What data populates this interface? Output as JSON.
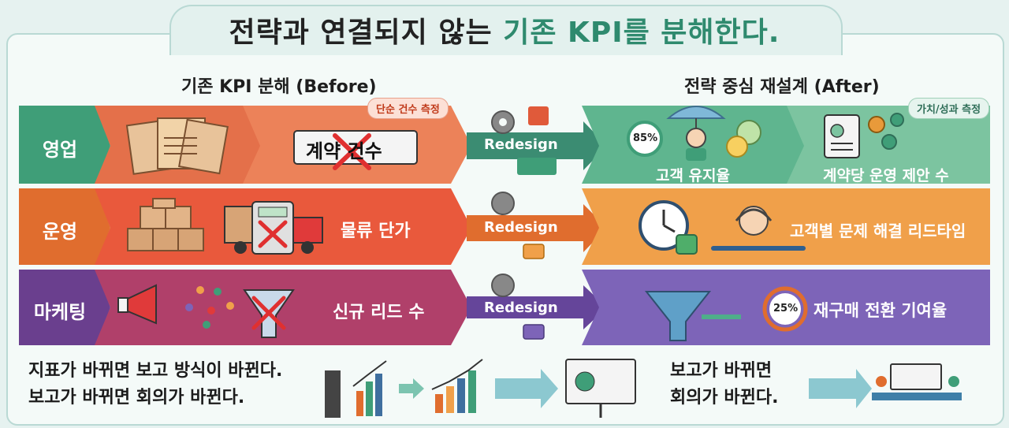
{
  "title": {
    "main": "전략과 연결되지 않는 ",
    "accent": "기존 KPI를 분해한다."
  },
  "headers": {
    "before": "기존 KPI 분해 (Before)",
    "after": "전략 중심 재설계 (After)"
  },
  "tags": {
    "before": "단순 건수 측정",
    "after": "가치/성과 측정"
  },
  "rows": [
    {
      "label": "영업",
      "old_kpi": "계약 건수",
      "redesign": "Redesign",
      "new_kpi_1": "고객 유지율",
      "new_kpi_2": "계약당 운영 제안 수",
      "badge": "85%"
    },
    {
      "label": "운영",
      "old_kpi": "물류 단가",
      "redesign": "Redesign",
      "new_kpi_1": "고객별 문제 해결 리드타임"
    },
    {
      "label": "마케팅",
      "old_kpi": "신규 리드 수",
      "redesign": "Redesign",
      "new_kpi_1": "재구매 전환 기여율",
      "badge": "25%"
    }
  ],
  "bottom": {
    "line1": "지표가 바뀌면 보고 방식이 바뀐다.",
    "line2": "보고가 바뀌면 회의가 바뀐다.",
    "line3": "보고가 바뀌면",
    "line4": "회의가 바뀐다."
  },
  "colors": {
    "green": "#3f9e78",
    "orange": "#e2703a",
    "purple": "#6a3f8e",
    "after_green": "#5fb58f",
    "after_orange": "#f0a04a",
    "after_purple": "#7d64b8"
  },
  "icons": [
    "document-stack-icon",
    "gear-icon",
    "puzzle-icon",
    "umbrella-person-icon",
    "smiley-icon",
    "clipboard-chart-icon",
    "boxes-icon",
    "truck-icon",
    "calculator-icon",
    "clock-icon",
    "headset-agent-icon",
    "megaphone-icon",
    "people-icon",
    "funnel-icon",
    "loop-arrow-icon",
    "bar-chart-icon",
    "presentation-board-icon",
    "meeting-icon"
  ]
}
